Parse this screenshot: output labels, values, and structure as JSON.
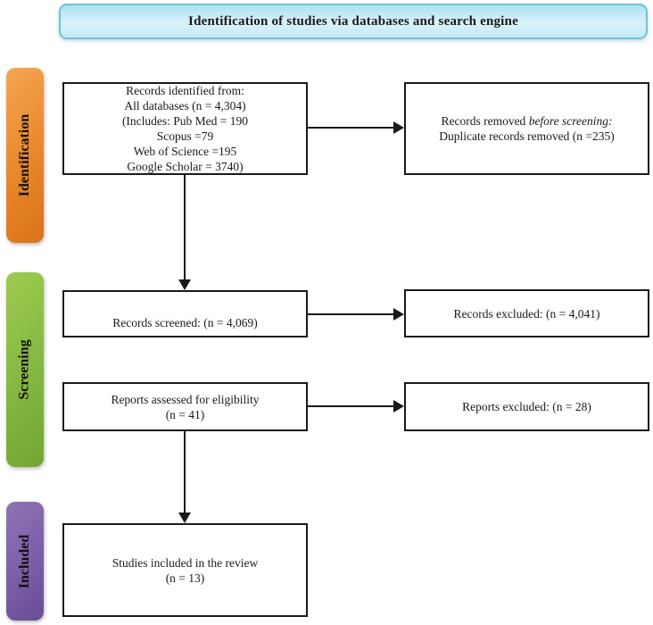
{
  "header": {
    "title": "Identification of studies via databases and search engine"
  },
  "stages": [
    {
      "id": "identification",
      "label": "Identification",
      "color": "#E8862A"
    },
    {
      "id": "screening",
      "label": "Screening",
      "color": "#84B741"
    },
    {
      "id": "included",
      "label": "Included",
      "color": "#7B5EA7"
    }
  ],
  "boxes": {
    "records_identified": {
      "lines": [
        "Records identified from:",
        "All databases (n = 4,304)",
        "(Includes: Pub Med = 190",
        "Scopus =79",
        "Web of Science =195",
        "Google Scholar = 3740)"
      ]
    },
    "records_removed": {
      "line1_prefix": "Records removed ",
      "line1_italic": "before screening:",
      "line2": "Duplicate records removed (n =235)"
    },
    "records_screened": {
      "text": "Records screened: (n = 4,069)"
    },
    "records_excluded": {
      "text": "Records excluded: (n = 4,041)"
    },
    "reports_assessed": {
      "lines": [
        "Reports assessed for eligibility",
        "(n = 41)"
      ]
    },
    "reports_excluded": {
      "text": "Reports excluded: (n = 28)"
    },
    "studies_included": {
      "lines": [
        "Studies included in the review",
        "(n = 13)"
      ]
    }
  },
  "colors": {
    "header_fill": "#C6EAF6",
    "header_border": "#6FC2DE",
    "identification_fill": "#E8862A",
    "screening_fill": "#84B741",
    "included_fill": "#7B5EA7",
    "box_border": "#1A1A1A"
  }
}
